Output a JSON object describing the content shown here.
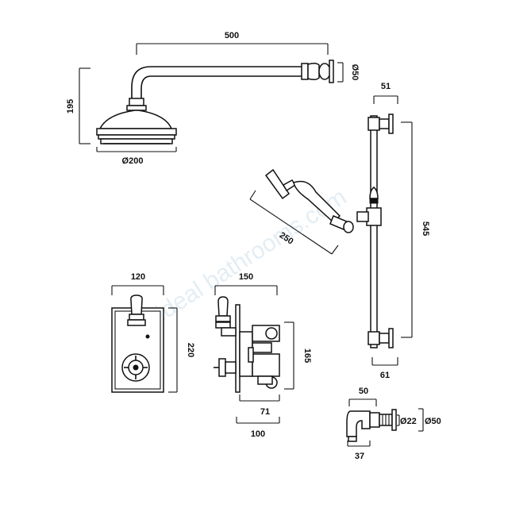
{
  "watermark": "ideal bathrooms.com",
  "dimensions": {
    "arm_length": "500",
    "arm_diameter": "Ø50",
    "head_height": "195",
    "head_diameter": "Ø200",
    "bracket_depth": "51",
    "rail_length": "545",
    "bracket_depth_bottom": "61",
    "handset_length": "250",
    "plate_width": "120",
    "plate_height": "220",
    "valve_width": "150",
    "valve_height": "165",
    "valve_body_width": "71",
    "valve_depth": "100",
    "elbow_width": "50",
    "elbow_diameter_inner": "Ø22",
    "elbow_diameter_outer": "Ø50",
    "elbow_depth": "37"
  }
}
